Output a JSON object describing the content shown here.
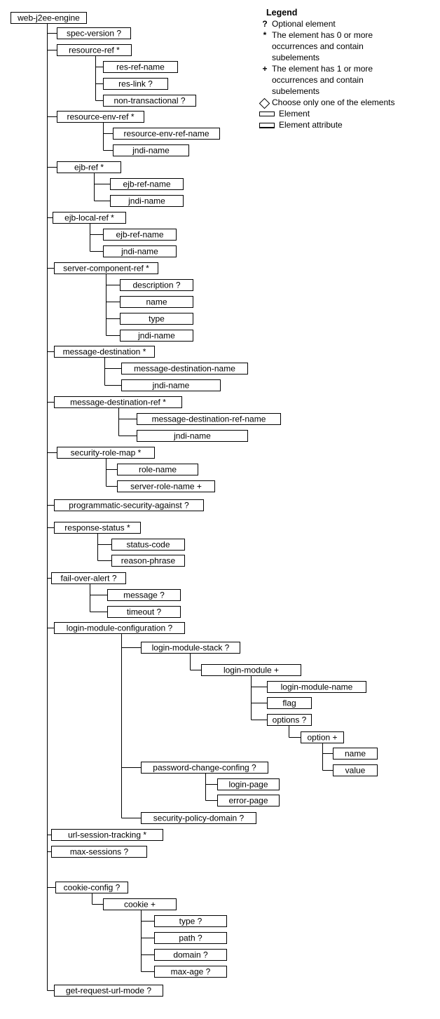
{
  "legend": {
    "title": "Legend",
    "items": [
      {
        "symbol": "?",
        "text": "Optional element"
      },
      {
        "symbol": "*",
        "text": "The element has 0 or more occurrences and contain subelements"
      },
      {
        "symbol": "+",
        "text": "The element has 1 or more occurrences and contain subelements"
      },
      {
        "symbol": "diamond-icon",
        "text": "Choose only one of the elements"
      },
      {
        "symbol": "element-icon",
        "text": "Element"
      },
      {
        "symbol": "element-attribute-icon",
        "text": "Element attribute"
      }
    ]
  },
  "tree": {
    "label": "web-j2ee-engine",
    "children": [
      {
        "label": "spec-version ?"
      },
      {
        "label": "resource-ref *",
        "children": [
          {
            "label": "res-ref-name"
          },
          {
            "label": "res-link ?"
          },
          {
            "label": "non-transactional ?"
          }
        ]
      },
      {
        "label": "resource-env-ref *",
        "children": [
          {
            "label": "resource-env-ref-name"
          },
          {
            "label": "jndi-name"
          }
        ]
      },
      {
        "label": "ejb-ref *",
        "children": [
          {
            "label": "ejb-ref-name"
          },
          {
            "label": "jndi-name"
          }
        ]
      },
      {
        "label": "ejb-local-ref *",
        "children": [
          {
            "label": "ejb-ref-name"
          },
          {
            "label": "jndi-name"
          }
        ]
      },
      {
        "label": "server-component-ref *",
        "children": [
          {
            "label": "description ?"
          },
          {
            "label": "name"
          },
          {
            "label": "type"
          },
          {
            "label": "jndi-name"
          }
        ]
      },
      {
        "label": "message-destination *",
        "children": [
          {
            "label": "message-destination-name"
          },
          {
            "label": "jndi-name"
          }
        ]
      },
      {
        "label": "message-destination-ref *",
        "children": [
          {
            "label": "message-destination-ref-name"
          },
          {
            "label": "jndi-name"
          }
        ]
      },
      {
        "label": "security-role-map *",
        "children": [
          {
            "label": "role-name"
          },
          {
            "label": "server-role-name +"
          }
        ]
      },
      {
        "label": "programmatic-security-against ?"
      },
      {
        "label": "response-status *",
        "children": [
          {
            "label": "status-code"
          },
          {
            "label": "reason-phrase"
          }
        ]
      },
      {
        "label": "fail-over-alert ?",
        "children": [
          {
            "label": "message ?"
          },
          {
            "label": "timeout ?"
          }
        ]
      },
      {
        "label": "login-module-configuration ?",
        "children": [
          {
            "label": "login-module-stack ?",
            "children": [
              {
                "label": "login-module +",
                "children": [
                  {
                    "label": "login-module-name"
                  },
                  {
                    "label": "flag"
                  },
                  {
                    "label": "options ?",
                    "children": [
                      {
                        "label": "option +",
                        "children": [
                          {
                            "label": "name"
                          },
                          {
                            "label": "value"
                          }
                        ]
                      }
                    ]
                  }
                ]
              }
            ]
          },
          {
            "label": "password-change-confing ?",
            "children": [
              {
                "label": "login-page"
              },
              {
                "label": "error-page"
              }
            ]
          },
          {
            "label": "security-policy-domain ?"
          }
        ]
      },
      {
        "label": "url-session-tracking *"
      },
      {
        "label": "max-sessions ?"
      },
      {
        "label": "cookie-config ?",
        "children": [
          {
            "label": "cookie +",
            "children": [
              {
                "label": "type ?"
              },
              {
                "label": "path ?"
              },
              {
                "label": "domain ?"
              },
              {
                "label": "max-age ?"
              }
            ]
          }
        ]
      },
      {
        "label": "get-request-url-mode ?"
      }
    ]
  }
}
